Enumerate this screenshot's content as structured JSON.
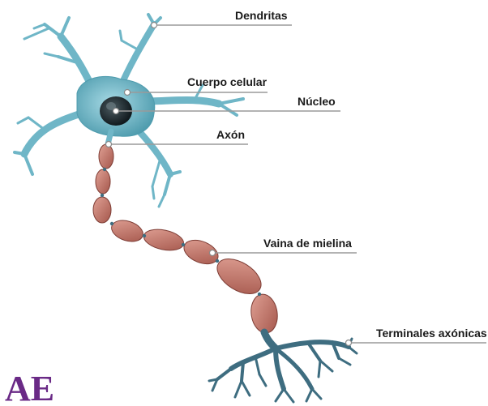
{
  "labels": {
    "dendritas": "Dendritas",
    "cuerpo": "Cuerpo celular",
    "nucleo": "Núcleo",
    "axon": "Axón",
    "vaina": "Vaina de mielina",
    "terminales": "Terminales axónicas"
  },
  "logo": {
    "text": "AE"
  },
  "colors": {
    "cell": "#7cc1d0",
    "cell_dark": "#4f9cae",
    "nucleus": "#1e2a2f",
    "myelin": "#c6776a",
    "myelin_dark": "#9a4f45",
    "terminal": "#3e6d80",
    "logo": "#6a2a86"
  }
}
